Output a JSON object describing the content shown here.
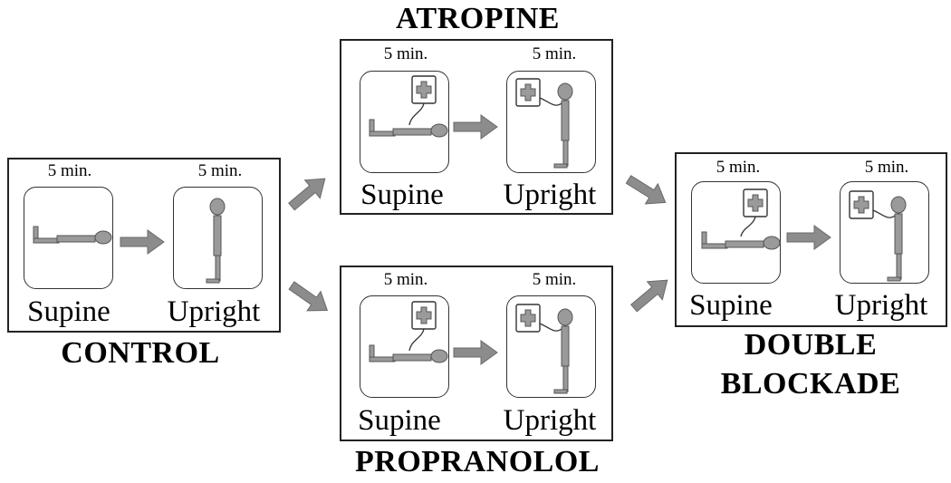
{
  "groups": {
    "control": {
      "heading": "CONTROL",
      "supine": {
        "duration": "5 min.",
        "label": "Supine"
      },
      "upright": {
        "duration": "5 min.",
        "label": "Upright"
      }
    },
    "atropine": {
      "heading": "ATROPINE",
      "supine": {
        "duration": "5 min.",
        "label": "Supine"
      },
      "upright": {
        "duration": "5 min.",
        "label": "Upright"
      }
    },
    "propranolol": {
      "heading": "PROPRANOLOL",
      "supine": {
        "duration": "5 min.",
        "label": "Supine"
      },
      "upright": {
        "duration": "5 min.",
        "label": "Upright"
      }
    },
    "double_blockade": {
      "heading_line1": "DOUBLE",
      "heading_line2": "BLOCKADE",
      "supine": {
        "duration": "5 min.",
        "label": "Supine"
      },
      "upright": {
        "duration": "5 min.",
        "label": "Upright"
      }
    }
  },
  "icons": {
    "figure_fill": "#9a9a9a",
    "arrow_fill": "#8c8c8c"
  }
}
